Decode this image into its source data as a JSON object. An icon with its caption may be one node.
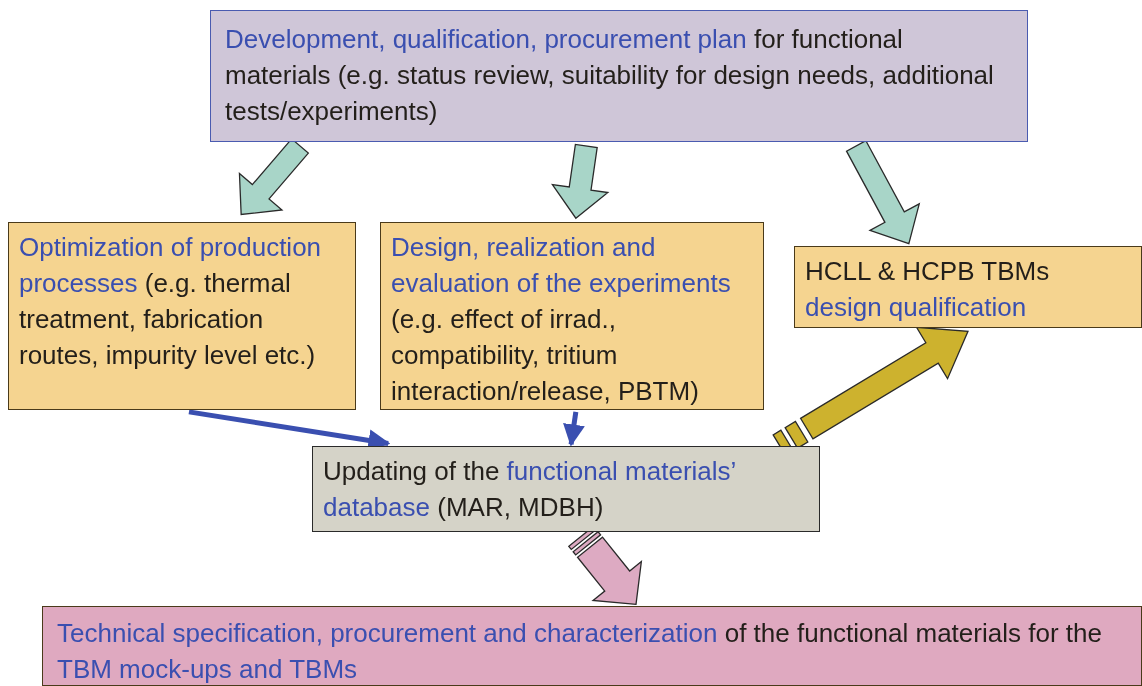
{
  "diagram": {
    "nodes": [
      {
        "text": [
          "Development, qualification, procurement plan",
          "for functional materials (e.g. status review, suitability for design needs, additional tests/experiments)"
        ]
      },
      {
        "text": [
          "Optimization of production processes",
          "(e.g. thermal treatment, fabrication routes, impurity level etc.)"
        ]
      },
      {
        "text": [
          "Design, realization and evaluation of the experiments",
          "(e.g. effect of irrad., compatibility, tritium interaction/release, PBTM)"
        ]
      },
      {
        "text": [
          "HCLL & HCPB TBMs",
          "design qualification"
        ]
      },
      {
        "text": [
          "Updating of the",
          "functional materials’ database",
          "(MAR, MDBH)"
        ]
      },
      {
        "text": [
          "Technical specification, procurement and characterization",
          "of the functional materials for the",
          "TBM mock-ups and TBMs"
        ]
      }
    ],
    "edges": [
      {
        "from": 0,
        "to": 1,
        "arrow": "to",
        "style": "thick"
      },
      {
        "from": 0,
        "to": 2,
        "arrow": "to",
        "style": "thick"
      },
      {
        "from": 0,
        "to": 3,
        "arrow": "to",
        "style": "thick"
      },
      {
        "from": 1,
        "to": 4,
        "arrow": "to",
        "color": "#3a4fb0"
      },
      {
        "from": 2,
        "to": 4,
        "arrow": "to",
        "color": "#3a4fb0"
      },
      {
        "from": 4,
        "to": 3,
        "arrow": "to",
        "style": "thick",
        "color": "#cdb22e"
      },
      {
        "from": 4,
        "to": 5,
        "arrow": "to",
        "style": "thick",
        "color": "#ddaac2"
      }
    ]
  }
}
